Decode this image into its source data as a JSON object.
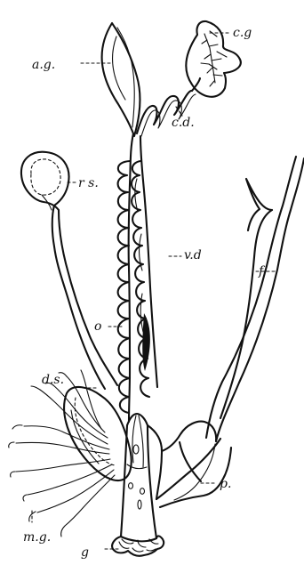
{
  "labels": {
    "ag": "a.g.",
    "cg": "c.g",
    "cd": "c.d.",
    "rs": "r s.",
    "vd": "v.d",
    "f": "f",
    "o": "o",
    "ds": "d.s.",
    "p": "p.",
    "mg": "m.g.",
    "g": "g"
  }
}
